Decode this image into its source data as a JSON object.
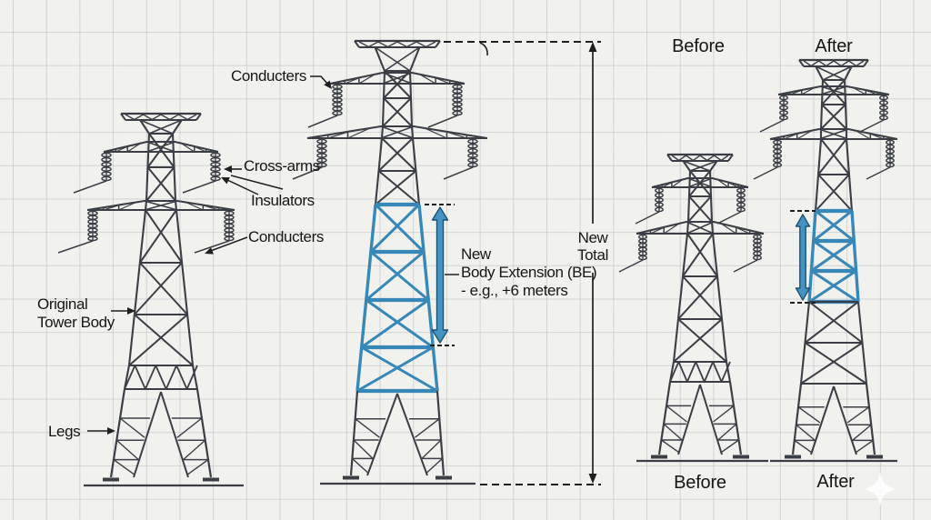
{
  "colors": {
    "background": "#f1f1ee",
    "grid_line": "#b8bbc3",
    "tower_line": "#3b3f45",
    "annotation_line": "#1f1f1f",
    "label_text": "#161616",
    "extension_blue": "#3787b8",
    "extension_blue_dark": "#1b5276",
    "arrow_blue": "#4394c2"
  },
  "labels": {
    "conductors_top": "Conducters",
    "cross_arms": "Cross-arms",
    "insulators": "Insulators",
    "conductors_lower": "Conducters",
    "original_tower_body": "Original\nTower Body",
    "legs": "Legs",
    "body_extension": "New\nBody Extension (BE)\n- e.g., +6 meters",
    "new_total": "New\nTotal",
    "before_top": "Before",
    "after_top": "After",
    "before_bottom": "Before",
    "after_bottom": "After"
  }
}
